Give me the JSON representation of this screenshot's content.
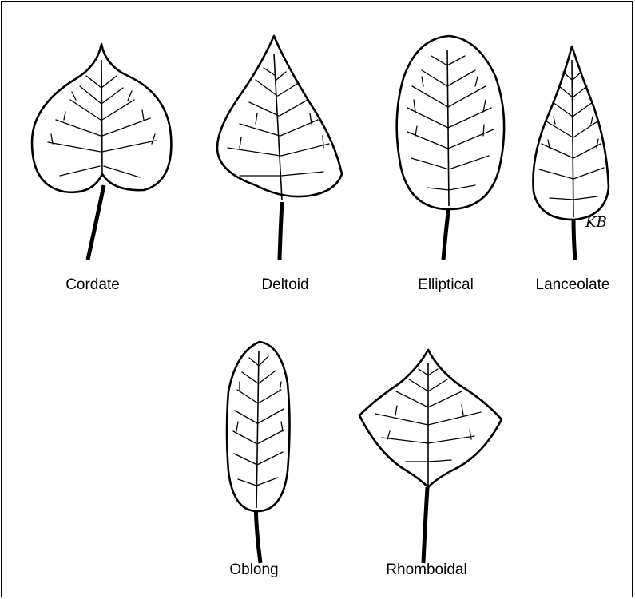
{
  "leaves": [
    {
      "id": "cordate",
      "label": "Cordate"
    },
    {
      "id": "deltoid",
      "label": "Deltoid"
    },
    {
      "id": "elliptical",
      "label": "Elliptical"
    },
    {
      "id": "lanceolate",
      "label": "Lanceolate"
    },
    {
      "id": "oblong",
      "label": "Oblong"
    },
    {
      "id": "rhomboidal",
      "label": "Rhomboidal"
    }
  ],
  "signature": "KB"
}
